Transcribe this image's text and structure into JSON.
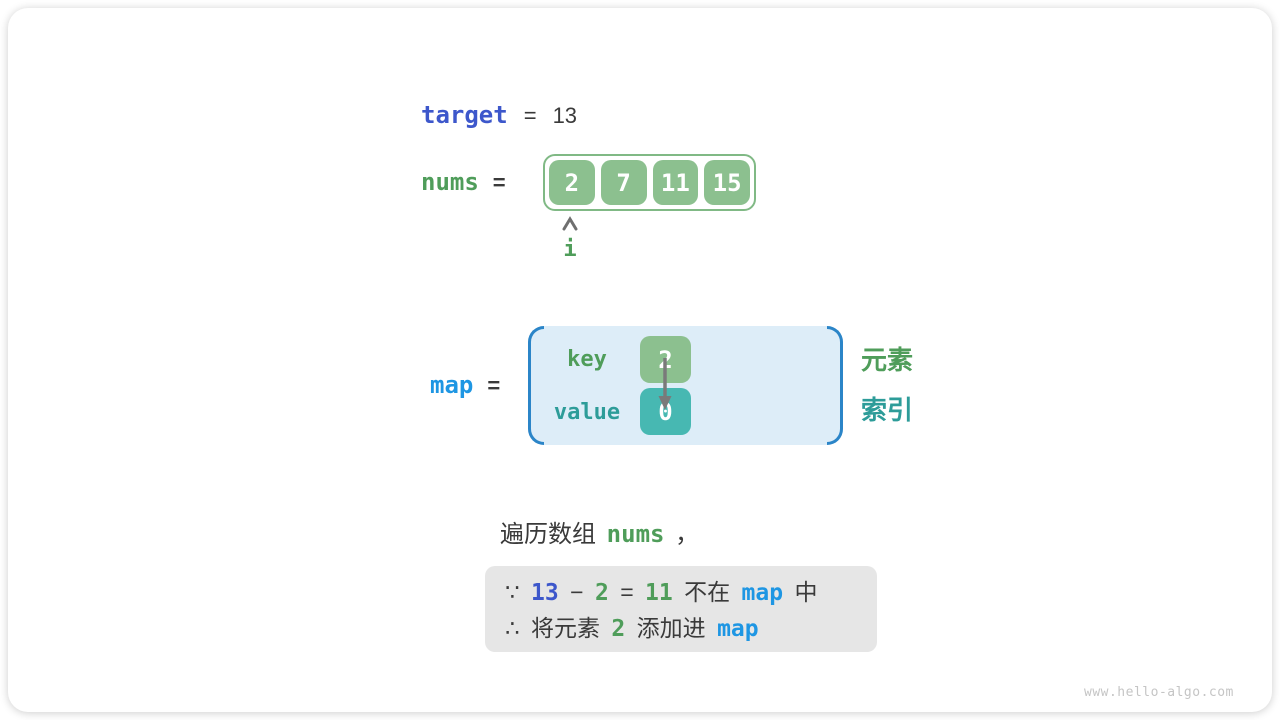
{
  "colors": {
    "indigo": "#3d57cb",
    "blue": "#1e96e3",
    "green_text": "#4f9d5a",
    "teal_text": "#2d9c99",
    "green_box": "#8cc08f",
    "green_border": "#80b985",
    "teal_box": "#47b8b2",
    "map_fill": "#ddedf8",
    "map_bracket": "#2b85c8",
    "dark_text": "#3a3a3a",
    "note_bg": "#e6e6e6",
    "watermark_gray": "#c5c5c5",
    "arrow_gray": "#7a7a7a"
  },
  "target_row": {
    "label": "target",
    "equals": "=",
    "value": "13"
  },
  "nums_row": {
    "label": "nums",
    "equals": "=",
    "cells": [
      "2",
      "7",
      "11",
      "15"
    ],
    "pointer_label": "i"
  },
  "map_section": {
    "label": "map",
    "equals": "=",
    "key_label": "key",
    "key_value": "2",
    "value_label": "value",
    "value_value": "0",
    "legend_top": "元素",
    "legend_bottom": "索引"
  },
  "caption": {
    "segments": [
      {
        "t": "遍历数组 ",
        "c": "dark"
      },
      {
        "t": "nums",
        "c": "green"
      },
      {
        "t": " ，",
        "c": "dark"
      }
    ]
  },
  "note": {
    "line1": [
      {
        "t": "∵ ",
        "c": "dark"
      },
      {
        "t": "13",
        "c": "indigo"
      },
      {
        "t": " − ",
        "c": "dark"
      },
      {
        "t": "2",
        "c": "green"
      },
      {
        "t": " = ",
        "c": "dark"
      },
      {
        "t": "11",
        "c": "green"
      },
      {
        "t": " 不在 ",
        "c": "dark"
      },
      {
        "t": "map",
        "c": "blue"
      },
      {
        "t": " 中",
        "c": "dark"
      }
    ],
    "line2": [
      {
        "t": "∴ 将元素 ",
        "c": "dark"
      },
      {
        "t": "2",
        "c": "green"
      },
      {
        "t": " 添加进 ",
        "c": "dark"
      },
      {
        "t": "map",
        "c": "blue"
      }
    ]
  },
  "watermark": "www.hello-algo.com"
}
